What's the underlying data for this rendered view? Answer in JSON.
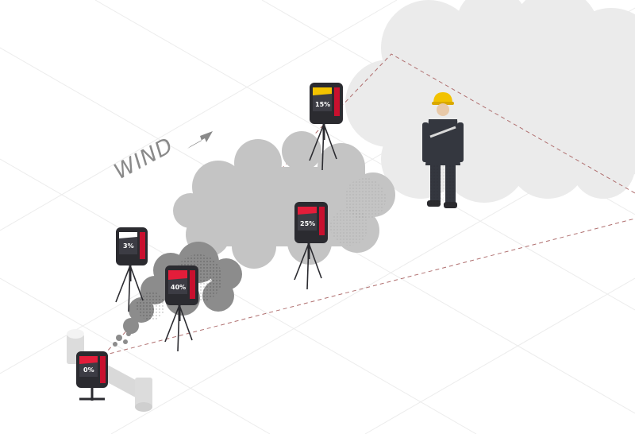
{
  "wind": {
    "label": "WIND"
  },
  "detectors": [
    {
      "id": "d1",
      "reading": "0%",
      "status_color": "#e41d3a"
    },
    {
      "id": "d2",
      "reading": "3%",
      "status_color": "#ffffff"
    },
    {
      "id": "d3",
      "reading": "40%",
      "status_color": "#e41d3a"
    },
    {
      "id": "d4",
      "reading": "25%",
      "status_color": "#e41d3a"
    },
    {
      "id": "d5",
      "reading": "15%",
      "status_color": "#f2c200"
    }
  ],
  "colors": {
    "plume_dark": "#8c8c8c",
    "plume_mid": "#c4c4c4",
    "cloud_light": "#ebebeb",
    "detector_body": "#2b2b30",
    "detector_accent": "#c8102e",
    "hardhat": "#f2c200",
    "boundary_line": "#b07070"
  }
}
